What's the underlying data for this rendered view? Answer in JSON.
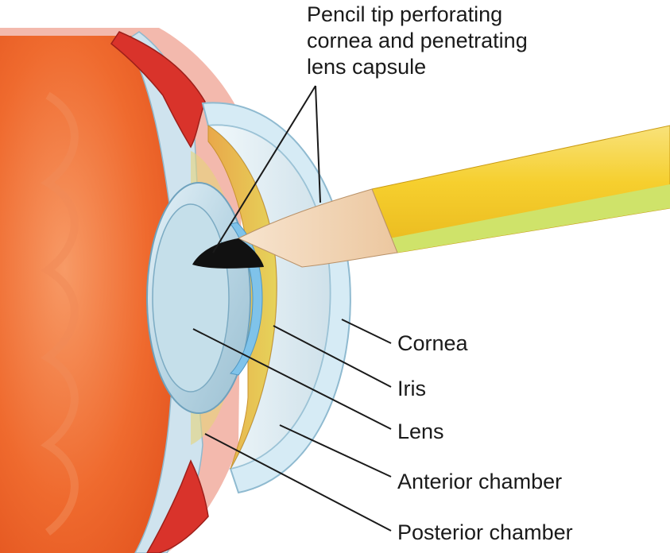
{
  "title_lines": [
    "Pencil tip perforating",
    "cornea and penetrating",
    "lens capsule"
  ],
  "labels": {
    "cornea": "Cornea",
    "iris": "Iris",
    "lens": "Lens",
    "anterior_chamber": "Anterior chamber",
    "posterior_chamber": "Posterior chamber"
  },
  "colors": {
    "eyeball": "#ef6a2e",
    "eyeball_light": "#f7a275",
    "muscle": "#d9332b",
    "cornea": "#cfe7f3",
    "lens": "#bcd9e8",
    "iris": "#e8b94a",
    "pencil_body": "#f7d23a",
    "pencil_stripe": "#cfe36a",
    "pencil_wood": "#f3dcc0",
    "pencil_lead": "#111111"
  }
}
